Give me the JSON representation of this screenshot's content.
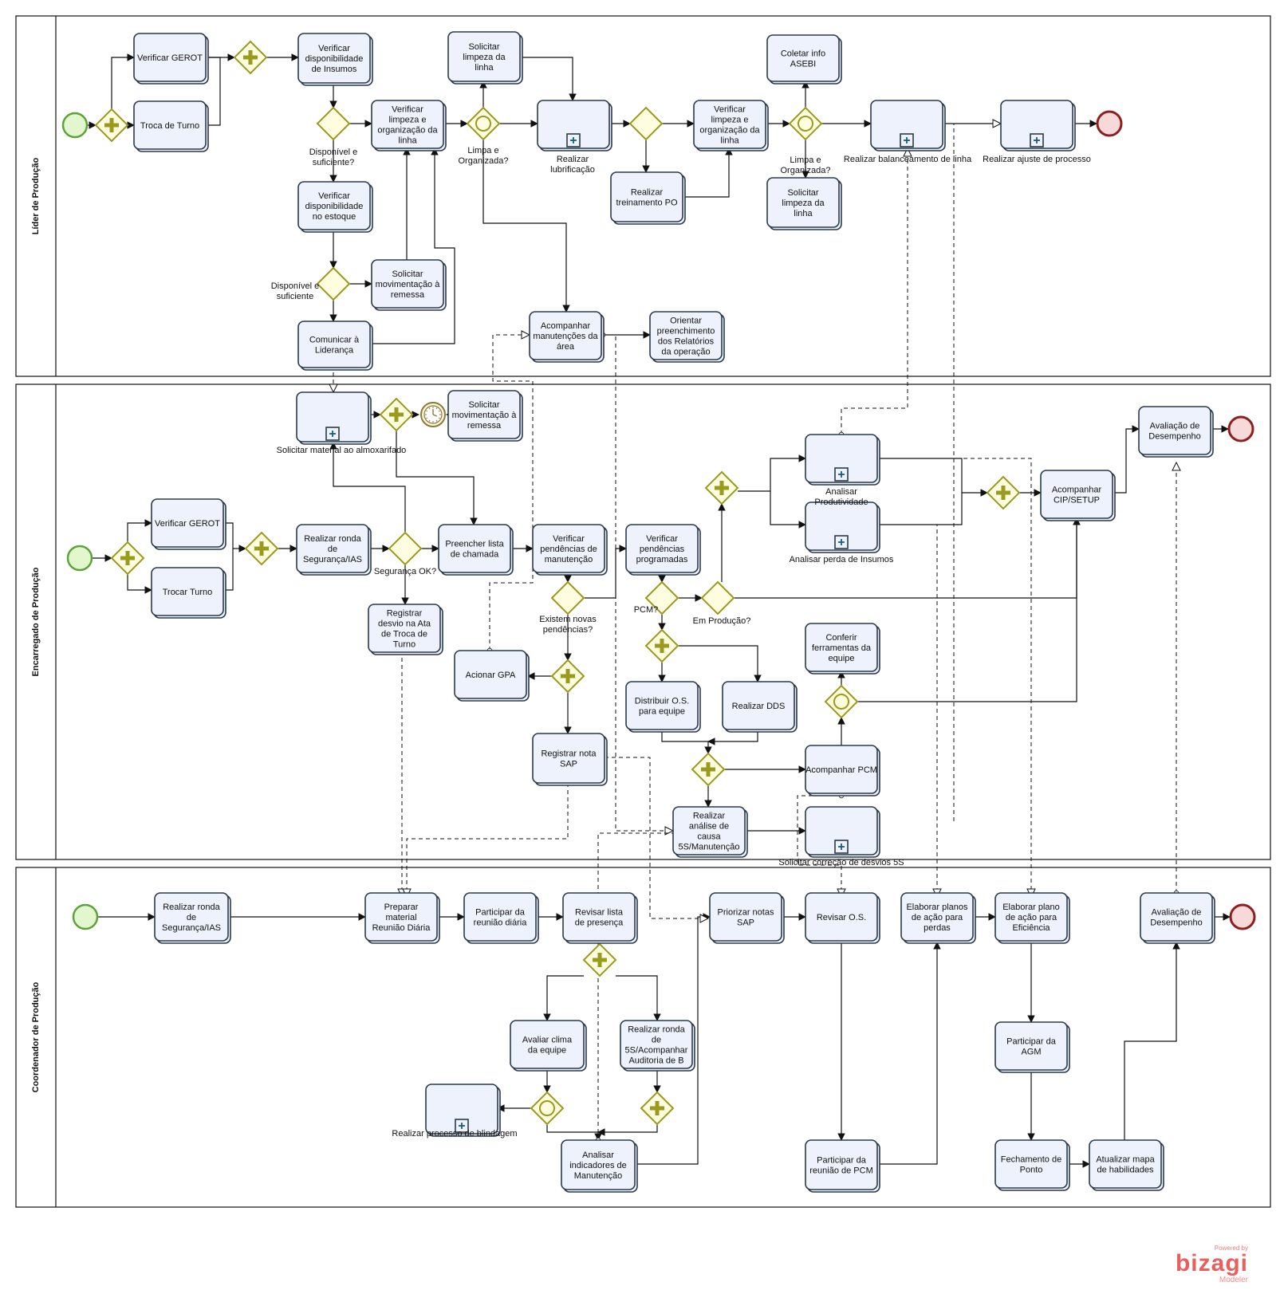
{
  "pools": [
    {
      "id": "lider",
      "label": "Líder de Produção"
    },
    {
      "id": "enc",
      "label": "Encarregado de Produção"
    },
    {
      "id": "coord",
      "label": "Coordenador de Produção"
    }
  ],
  "tasks": [
    {
      "id": "t1",
      "text": "Verificar GEROT"
    },
    {
      "id": "t2",
      "text": "Troca de Turno"
    },
    {
      "id": "t3",
      "text": "Verificar disponibilidade de Insumos"
    },
    {
      "id": "t4",
      "text": "Verificar disponibilidade no estoque"
    },
    {
      "id": "t5",
      "text": "Solicitar movimentação à remessa"
    },
    {
      "id": "t6",
      "text": "Comunicar à Liderança"
    },
    {
      "id": "t7",
      "text": "Verificar limpeza e organização da linha"
    },
    {
      "id": "t8",
      "text": "Solicitar limpeza da linha"
    },
    {
      "id": "t9",
      "text": ""
    },
    {
      "id": "t10",
      "text": "Realizar treinamento PO"
    },
    {
      "id": "t11",
      "text": "Verificar limpeza e organização da linha"
    },
    {
      "id": "t12",
      "text": "Coletar info ASEBI"
    },
    {
      "id": "t13",
      "text": "Solicitar limpeza da linha"
    },
    {
      "id": "t14",
      "text": ""
    },
    {
      "id": "t15",
      "text": ""
    },
    {
      "id": "t16",
      "text": "Acompanhar manutenções da área"
    },
    {
      "id": "t17",
      "text": "Orientar preenchimento dos Relatórios da operação"
    },
    {
      "id": "t20",
      "text": ""
    },
    {
      "id": "t21",
      "text": "Solicitar movimentação à remessa"
    },
    {
      "id": "t22",
      "text": "Verificar GEROT"
    },
    {
      "id": "t23",
      "text": "Trocar Turno"
    },
    {
      "id": "t24",
      "text": "Realizar ronda de Segurança/IAS"
    },
    {
      "id": "t25",
      "text": "Preencher lista de chamada"
    },
    {
      "id": "t26",
      "text": "Registrar desvio na Ata de Troca de Turno"
    },
    {
      "id": "t27",
      "text": "Verificar pendências de manutenção"
    },
    {
      "id": "t28",
      "text": "Acionar GPA"
    },
    {
      "id": "t29",
      "text": "Registrar nota SAP"
    },
    {
      "id": "t30",
      "text": "Verificar pendências programadas"
    },
    {
      "id": "t31",
      "text": "Distribuir O.S. para equipe"
    },
    {
      "id": "t32",
      "text": "Realizar DDS"
    },
    {
      "id": "t33",
      "text": "Realizar análise de causa 5S/Manutenção"
    },
    {
      "id": "t34",
      "text": ""
    },
    {
      "id": "t35",
      "text": "Acompanhar PCM"
    },
    {
      "id": "t36",
      "text": "Conferir ferramentas da equipe"
    },
    {
      "id": "t37",
      "text": ""
    },
    {
      "id": "t38",
      "text": ""
    },
    {
      "id": "t39",
      "text": "Acompanhar CIP/SETUP"
    },
    {
      "id": "t40",
      "text": "Avaliação de Desempenho"
    },
    {
      "id": "t50",
      "text": "Realizar ronda de Segurança/IAS"
    },
    {
      "id": "t51",
      "text": "Preparar material Reunião Diária"
    },
    {
      "id": "t52",
      "text": "Participar da reunião diária"
    },
    {
      "id": "t53",
      "text": "Revisar lista de presença"
    },
    {
      "id": "t54",
      "text": "Avaliar clima da equipe"
    },
    {
      "id": "t55",
      "text": "Realizar ronda de 5S/Acompanhar Auditoria de B"
    },
    {
      "id": "t56",
      "text": ""
    },
    {
      "id": "t57",
      "text": "Analisar indicadores de Manutenção"
    },
    {
      "id": "t58",
      "text": "Priorizar notas SAP"
    },
    {
      "id": "t59",
      "text": "Revisar O.S."
    },
    {
      "id": "t60",
      "text": "Participar da reunião de PCM"
    },
    {
      "id": "t61",
      "text": "Elaborar planos de ação para perdas"
    },
    {
      "id": "t62",
      "text": "Elaborar plano de ação para Eficiência"
    },
    {
      "id": "t63",
      "text": "Participar da AGM"
    },
    {
      "id": "t64",
      "text": "Fechamento de Ponto"
    },
    {
      "id": "t65",
      "text": "Atualizar mapa de habilidades"
    },
    {
      "id": "t66",
      "text": "Avaliação de Desempenho"
    }
  ],
  "labels": [
    {
      "id": "l1",
      "text": "Disponível e suficiente?"
    },
    {
      "id": "l2",
      "text": "Disponível e suficiente"
    },
    {
      "id": "l3",
      "text": "Limpa e Organizada?"
    },
    {
      "id": "l4",
      "text": "Realizar lubrificação"
    },
    {
      "id": "l5",
      "text": "Limpa e Organizada?"
    },
    {
      "id": "l6",
      "text": "Realizar balanceamento de linha"
    },
    {
      "id": "l7",
      "text": "Realizar  ajuste de processo"
    },
    {
      "id": "l8",
      "text": "Solicitar material ao almoxarifado"
    },
    {
      "id": "l9",
      "text": "Segurança OK?"
    },
    {
      "id": "l10",
      "text": "Existem novas pendências?"
    },
    {
      "id": "l11",
      "text": "PCM?"
    },
    {
      "id": "l12",
      "text": "Em Produção?"
    },
    {
      "id": "l13",
      "text": "Analisar Produtividade"
    },
    {
      "id": "l14",
      "text": "Analisar perda de Insumos"
    },
    {
      "id": "l15",
      "text": "Solicitar correção de desvios 5S"
    },
    {
      "id": "l16",
      "text": "Realizar  processo de blindagem"
    }
  ],
  "brand": {
    "powered": "Powered by",
    "name": "bizagi",
    "sub": "Modeler"
  }
}
